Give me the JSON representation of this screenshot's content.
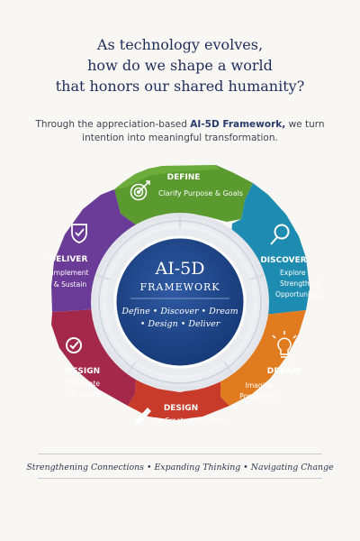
{
  "headline": [
    "As technology evolves,",
    "how do we shape a world",
    "that honors our shared humanity?"
  ],
  "intro": {
    "line1_pre": "Through the appreciation-based ",
    "line1_bold": "AI-5D Framework,",
    "line1_post": " we turn",
    "line2": "intention into meaningful transformation."
  },
  "center": {
    "title": "AI-5D",
    "subtitle": "FRAMEWORK",
    "steps_line1": "Define • Discover • Dream",
    "steps_line2": "• Design • Deliver"
  },
  "segments": [
    {
      "id": "define",
      "title": "DEFINE",
      "lines": [
        "Clarify Purpose & Goals"
      ],
      "icon": "target-icon",
      "color": "#5a9a2f"
    },
    {
      "id": "discover",
      "title": "DISCOVER",
      "lines": [
        "Explore",
        "Strengths &",
        "Opportunities"
      ],
      "icon": "magnifier-icon",
      "color": "#1e8bb0"
    },
    {
      "id": "dream",
      "title": "DREAM",
      "lines": [
        "Imagine",
        "Possibilities"
      ],
      "icon": "lightbulb-icon",
      "color": "#e07b1f"
    },
    {
      "id": "design-a",
      "title": "DESIGN",
      "lines": [
        "Co-Create the Future"
      ],
      "icon": "pencil-icon",
      "color": "#c83a2a"
    },
    {
      "id": "design-b",
      "title": "DESIGN",
      "lines": [
        "Co-Create",
        "the Future"
      ],
      "icon": "checkmark-circle-icon",
      "color": "#a4284a"
    },
    {
      "id": "deliver",
      "title": "DELIVER",
      "lines": [
        "Implement",
        "& Sustain"
      ],
      "icon": "shield-check-icon",
      "color": "#6a3b97"
    }
  ],
  "tagline": "Strengthening Connections • Expanding Thinking • Navigating Change"
}
